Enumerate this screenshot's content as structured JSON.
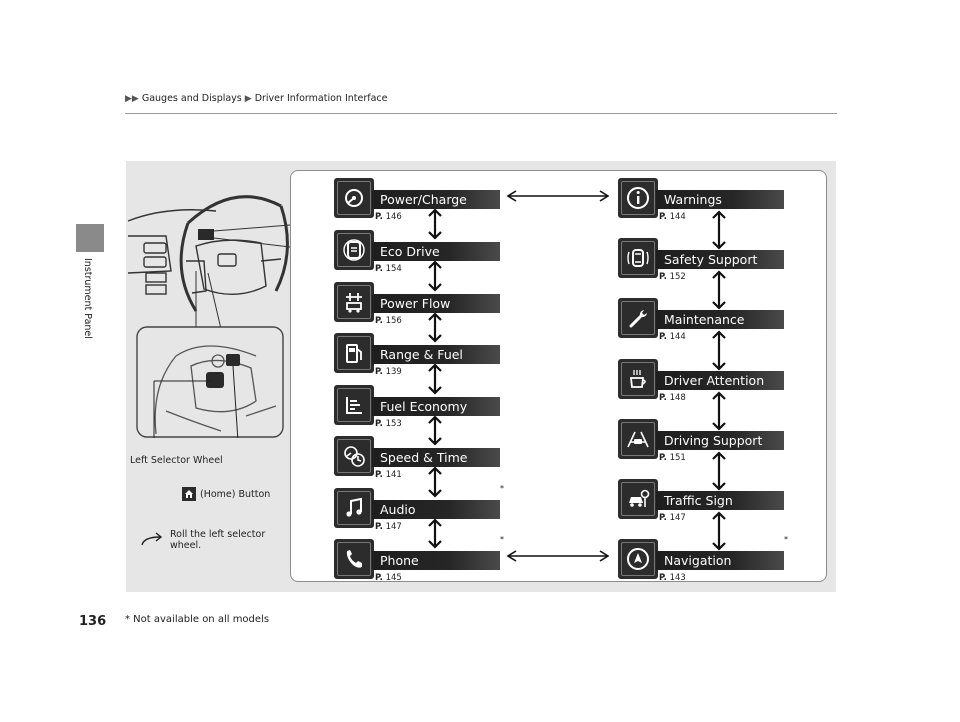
{
  "header": {
    "breadcrumb": [
      "Gauges and Displays",
      "Driver Information Interface"
    ]
  },
  "side_tab": {
    "label": "Instrument Panel"
  },
  "page_number": "136",
  "footnote": "* Not available on all models",
  "callouts": {
    "left_selector_wheel": "Left Selector Wheel",
    "home_button": "(Home) Button",
    "roll_instruction": [
      "Roll the left selector",
      "wheel."
    ]
  },
  "left_column": [
    {
      "label": "Power/Charge",
      "page_prefix": "P.",
      "page": "146",
      "icon": "power-charge-icon",
      "asterisk": ""
    },
    {
      "label": "Eco Drive",
      "page_prefix": "P.",
      "page": "154",
      "icon": "eco-drive-icon",
      "asterisk": ""
    },
    {
      "label": "Power Flow",
      "page_prefix": "P.",
      "page": "156",
      "icon": "power-flow-icon",
      "asterisk": ""
    },
    {
      "label": "Range & Fuel",
      "page_prefix": "P.",
      "page": "139",
      "icon": "fuel-pump-icon",
      "asterisk": ""
    },
    {
      "label": "Fuel Economy",
      "page_prefix": "P.",
      "page": "153",
      "icon": "fuel-economy-icon",
      "asterisk": ""
    },
    {
      "label": "Speed & Time",
      "page_prefix": "P.",
      "page": "141",
      "icon": "speed-time-icon",
      "asterisk": ""
    },
    {
      "label": "Audio",
      "page_prefix": "P.",
      "page": "147",
      "icon": "music-note-icon",
      "asterisk": "*"
    },
    {
      "label": "Phone",
      "page_prefix": "P.",
      "page": "145",
      "icon": "phone-icon",
      "asterisk": "*"
    }
  ],
  "right_column": [
    {
      "label": "Warnings",
      "page_prefix": "P.",
      "page": "144",
      "icon": "info-icon",
      "asterisk": ""
    },
    {
      "label": "Safety Support",
      "page_prefix": "P.",
      "page": "152",
      "icon": "safety-support-icon",
      "asterisk": ""
    },
    {
      "label": "Maintenance",
      "page_prefix": "P.",
      "page": "144",
      "icon": "wrench-icon",
      "asterisk": ""
    },
    {
      "label": "Driver Attention",
      "page_prefix": "P.",
      "page": "148",
      "icon": "coffee-cup-icon",
      "asterisk": ""
    },
    {
      "label": "Driving Support",
      "page_prefix": "P.",
      "page": "151",
      "icon": "driving-support-icon",
      "asterisk": ""
    },
    {
      "label": "Traffic Sign",
      "page_prefix": "P.",
      "page": "147",
      "icon": "traffic-sign-icon",
      "asterisk": ""
    },
    {
      "label": "Navigation",
      "page_prefix": "P.",
      "page": "143",
      "icon": "navigation-icon",
      "asterisk": "*"
    }
  ],
  "colors": {
    "panel_background": "#e6e6e6",
    "label_bar": "#1e1e1e",
    "icon_tile": "#2c2c2c",
    "side_tab": "#8a8a8a"
  }
}
